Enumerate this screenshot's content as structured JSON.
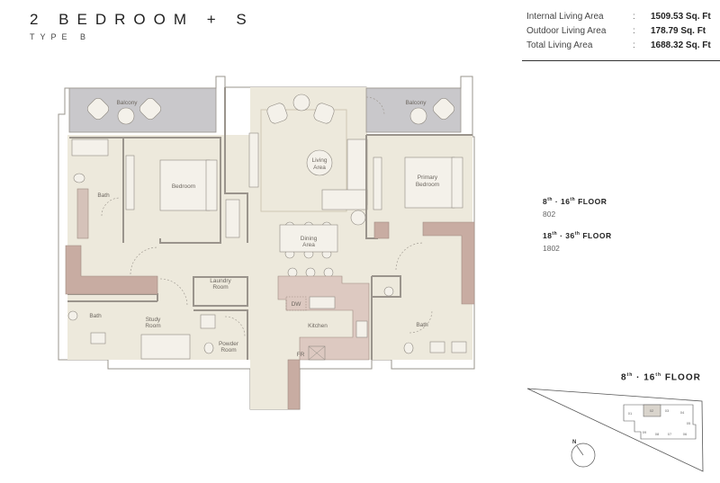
{
  "header": {
    "title": "2 BEDROOM + S",
    "subtitle": "TYPE B"
  },
  "areas": [
    {
      "label": "Internal Living Area",
      "sep": ":",
      "value": "1509.53 Sq. Ft"
    },
    {
      "label": "Outdoor Living Area",
      "sep": ":",
      "value": "178.79 Sq. Ft"
    },
    {
      "label": "Total Living Area",
      "sep": ":",
      "value": "1688.32 Sq. Ft"
    }
  ],
  "floors": [
    {
      "from": "8",
      "from_sup": "th",
      "dash": " · ",
      "to": "16",
      "to_sup": "th",
      "word": " FLOOR",
      "unit": "802"
    },
    {
      "from": "18",
      "from_sup": "th",
      "dash": " · ",
      "to": "36",
      "to_sup": "th",
      "word": " FLOOR",
      "unit": "1802"
    }
  ],
  "rooms": {
    "balcony_left": "Balcony",
    "balcony_right": "Balcony",
    "living_1": "Living",
    "living_2": "Area",
    "bedroom": "Bedroom",
    "primary_1": "Primary",
    "primary_2": "Bedroom",
    "bath_left": "Bath",
    "dining_1": "Dining",
    "dining_2": "Area",
    "laundry_1": "Laundry",
    "laundry_2": "Room",
    "study_1": "Study",
    "study_2": "Room",
    "bath_study": "Bath",
    "powder_1": "Powder",
    "powder_2": "Room",
    "kitchen": "Kitchen",
    "dw": "DW",
    "fr": "FR",
    "bath_right": "Bath"
  },
  "key_plan": {
    "floor": {
      "from": "8",
      "from_sup": "th",
      "dash": " · ",
      "to": "16",
      "to_sup": "th",
      "word": " FLOOR"
    },
    "units": [
      "01",
      "02",
      "03",
      "04",
      "05",
      "06",
      "07",
      "08",
      "09"
    ],
    "highlighted_unit": "02",
    "north": "N"
  },
  "colors": {
    "floor": "#ede9dc",
    "balcony": "#c9c8cb",
    "joinery": "#c8aca2",
    "wall": "#9a948c",
    "highlight": "#d9d4cc"
  }
}
